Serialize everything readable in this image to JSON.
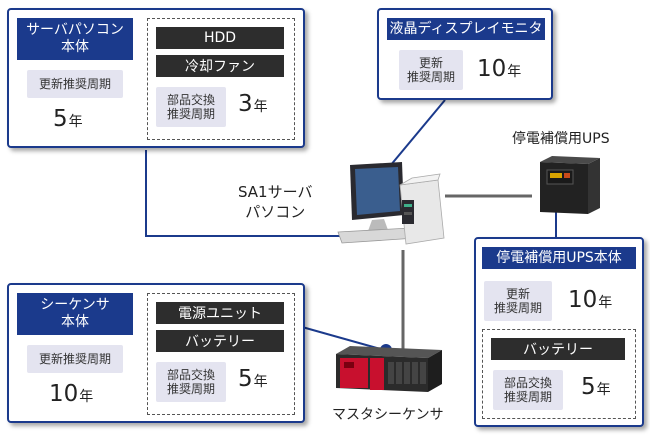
{
  "server": {
    "title_line1": "サーバパソコン",
    "title_line2": "本体",
    "period_label": "更新推奨周期",
    "period_value": "5",
    "unit": "年",
    "parts": [
      "HDD",
      "冷却ファン"
    ],
    "parts_label_line1": "部品交換",
    "parts_label_line2": "推奨周期",
    "parts_value": "3",
    "parts_unit": "年"
  },
  "monitor": {
    "title": "液晶ディスプレイモニタ",
    "label_line1": "更新",
    "label_line2": "推奨周期",
    "value": "10",
    "unit": "年"
  },
  "ups_caption": "停電補償用UPS",
  "pc_caption_line1": "SA1サーバ",
  "pc_caption_line2": "パソコン",
  "sequencer": {
    "title_line1": "シーケンサ",
    "title_line2": "本体",
    "period_label": "更新推奨周期",
    "period_value": "10",
    "unit": "年",
    "parts": [
      "電源ユニット",
      "バッテリー"
    ],
    "parts_label_line1": "部品交換",
    "parts_label_line2": "推奨周期",
    "parts_value": "5",
    "parts_unit": "年"
  },
  "master_caption": "マスタシーケンサ",
  "ups": {
    "title": "停電補償用UPS本体",
    "label_line1": "更新",
    "label_line2": "推奨周期",
    "value": "10",
    "unit": "年",
    "part": "バッテリー",
    "parts_label_line1": "部品交換",
    "parts_label_line2": "推奨周期",
    "parts_value": "5",
    "parts_unit": "年"
  },
  "colors": {
    "accent": "#1b3a8c",
    "part_bg": "#2d2d2d",
    "label_bg": "#e4e4f0",
    "line": "#666666"
  }
}
